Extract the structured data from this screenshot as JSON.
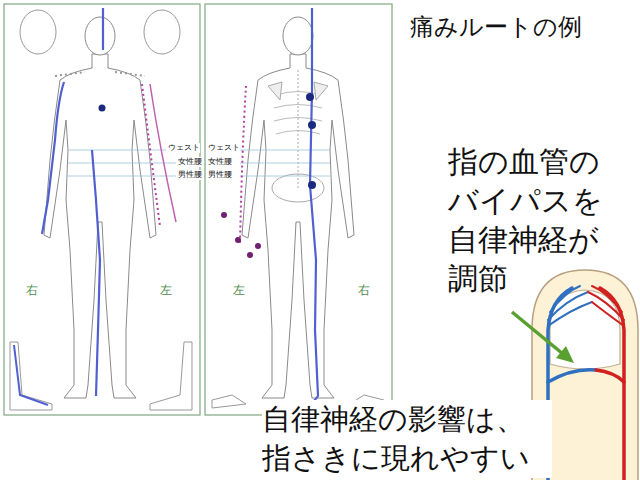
{
  "diagram": {
    "title": "痛みルートの例",
    "labels": [
      "ウェスト",
      "女性腰",
      "男性腰",
      "右",
      "左",
      "ウェスト",
      "女性腰",
      "男性腰",
      "左",
      "右",
      "指の血管の バイパスを 自律神経が 調節",
      "自律神経の影響は、 指さきに現れやすい"
    ]
  }
}
